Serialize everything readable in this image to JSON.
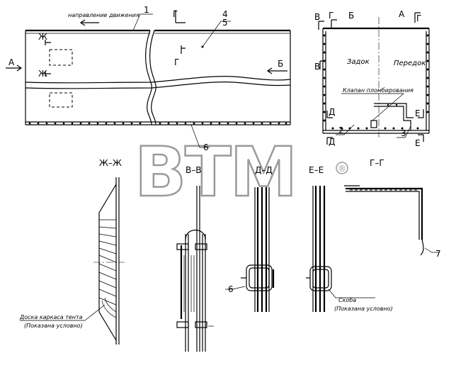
{
  "watermark": {
    "text": "BTM",
    "reg": "®"
  },
  "plan": {
    "direction": "направление движения",
    "A": "А",
    "B": "Б",
    "G": "Г",
    "Zh": "Ж",
    "n1": "1",
    "n4": "4",
    "n5": "5",
    "n6": "6"
  },
  "side": {
    "V": "В",
    "G": "Г",
    "B": "Б",
    "A": "А",
    "D": "Д",
    "E": "Е",
    "rear": "Задок",
    "front": "Передок",
    "valve": "Клапан пломбирования",
    "n2": "2",
    "n3": "3"
  },
  "sections": {
    "zz": "Ж–Ж",
    "vv": "В–В",
    "dd": "Д–Д",
    "ee": "Е–Е",
    "gg": "Г–Г",
    "board": "Доска каркаса тента",
    "board2": "(Показана условно)",
    "bracket": "Скоба",
    "bracket2": "(Показана условно)",
    "n6": "6",
    "n7": "7"
  }
}
